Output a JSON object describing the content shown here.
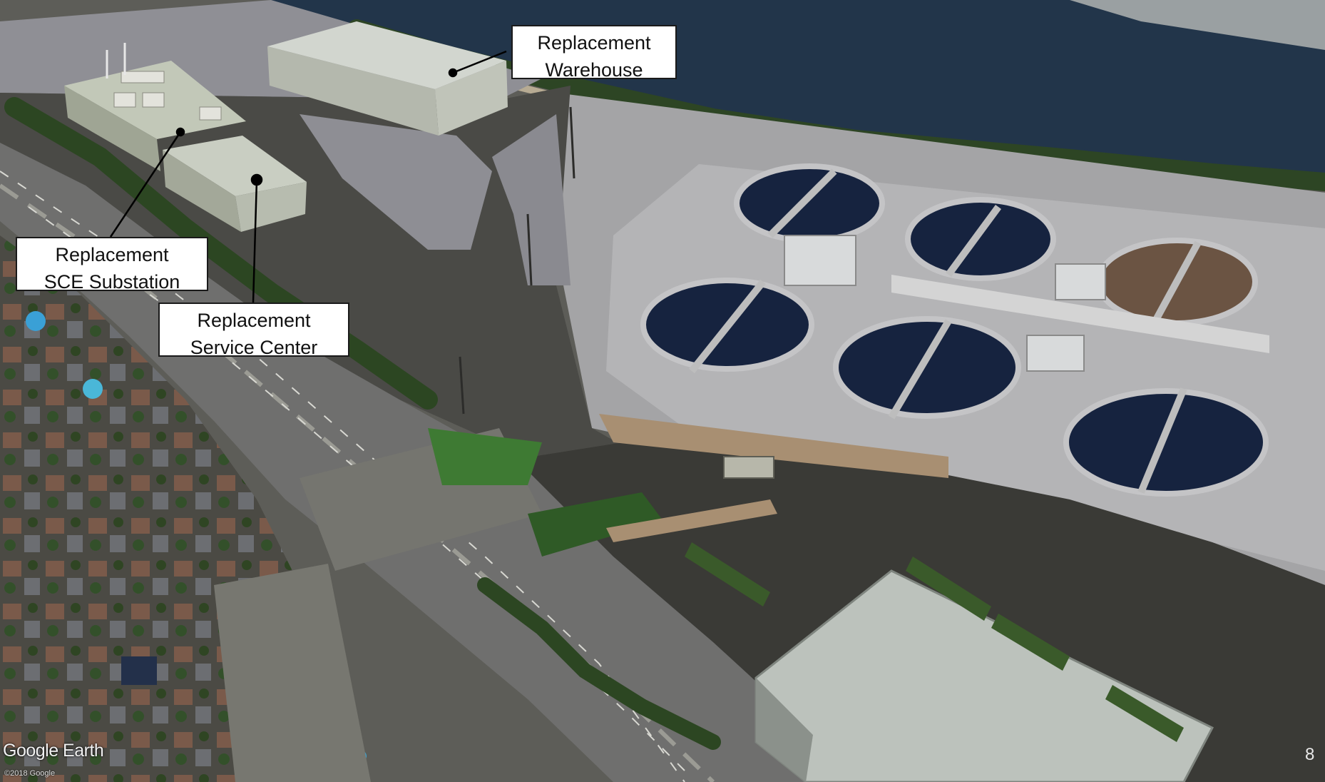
{
  "callouts": {
    "warehouse": {
      "line1": "Replacement",
      "line2": "Warehouse"
    },
    "substation": {
      "line1": "Replacement",
      "line2": "SCE Substation"
    },
    "service_center": {
      "line1": "Replacement",
      "line2": "Service Center"
    }
  },
  "watermark": "Google Earth",
  "copyright": "©2018 Google",
  "page_number": "8",
  "colors": {
    "water": "#22354a",
    "asphalt": "#3a3a36",
    "concrete": "#a9a9a9",
    "clarifier": "#16233f",
    "vegetation": "#2f4a24",
    "new_building": "#c9cfc2"
  }
}
